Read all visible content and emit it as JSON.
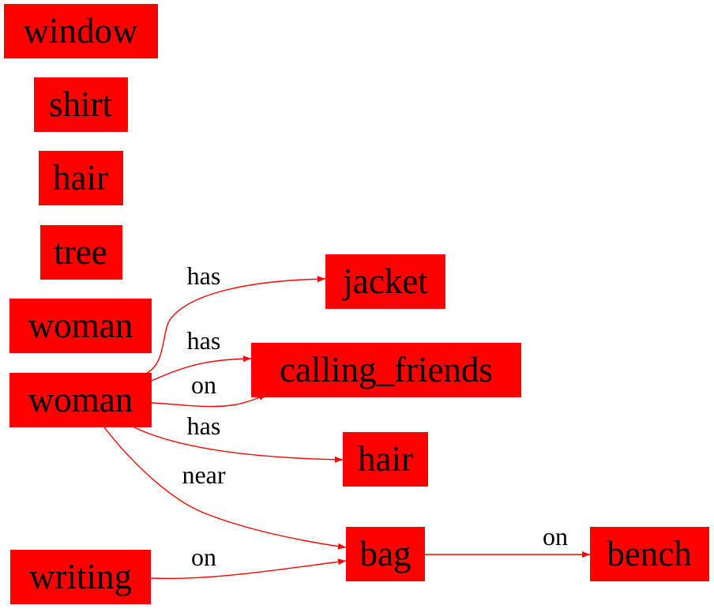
{
  "colors": {
    "node_fill": "#ff0000",
    "edge_stroke": "#ff0000",
    "text": "#000000",
    "background": "#ffffff"
  },
  "nodes": {
    "window": "window",
    "shirt": "shirt",
    "hair_1": "hair",
    "tree": "tree",
    "woman_1": "woman",
    "woman_2": "woman",
    "writing": "writing",
    "jacket": "jacket",
    "calling_friends": "calling_friends",
    "hair_2": "hair",
    "bag": "bag",
    "bench": "bench"
  },
  "edges": [
    {
      "from": "woman_2",
      "to": "jacket",
      "label": "has"
    },
    {
      "from": "woman_2",
      "to": "calling_friends",
      "label": "has"
    },
    {
      "from": "woman_2",
      "to": "calling_friends",
      "label": "on"
    },
    {
      "from": "woman_2",
      "to": "hair_2",
      "label": "has"
    },
    {
      "from": "woman_2",
      "to": "bag",
      "label": "near"
    },
    {
      "from": "writing",
      "to": "bag",
      "label": "on"
    },
    {
      "from": "bag",
      "to": "bench",
      "label": "on"
    }
  ]
}
